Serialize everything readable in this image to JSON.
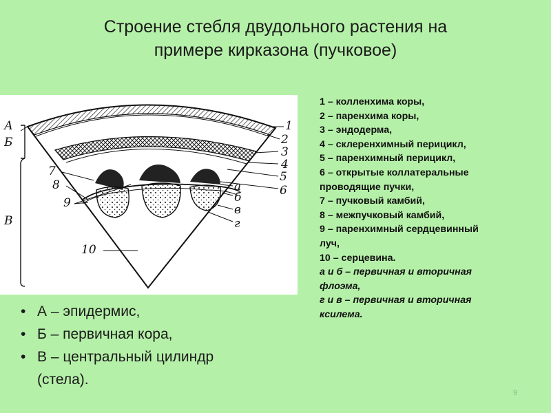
{
  "title": {
    "line1": "Строение стебля двудольного растения на",
    "line2": "примере кирказона (пучковое)"
  },
  "figure": {
    "left_labels": [
      "А",
      "Б",
      "В"
    ],
    "right_labels": [
      "1",
      "2",
      "3",
      "4",
      "5",
      "6"
    ],
    "letter_labels": [
      "а",
      "б",
      "в",
      "г"
    ],
    "inner_labels": [
      "7",
      "8",
      "9",
      "10"
    ]
  },
  "legend": [
    "1 – колленхима коры,",
    "2 – паренхима коры,",
    "3 – эндодерма,",
    "4 – склеренхимный перицикл,",
    "5 – паренхимный перицикл,",
    "6 – открытые коллатеральные",
    "проводящие пучки,",
    "7 – пучковый камбий,",
    "8 – межпучковый камбий,",
    "9 – паренхимный сердцевинный",
    "луч,",
    "10 – серцевина."
  ],
  "legend_italic": [
    "а и б – первичная и вторичная",
    "флоэма,",
    "г и в – первичная и вторичная",
    "ксилема."
  ],
  "definitions": [
    {
      "bullet": "•",
      "text": "А – эпидермис,"
    },
    {
      "bullet": "•",
      "text": "Б – первичная кора,"
    },
    {
      "bullet": "•",
      "text": "В – центральный цилиндр",
      "cont": "(стела)."
    }
  ],
  "page_number": "9"
}
